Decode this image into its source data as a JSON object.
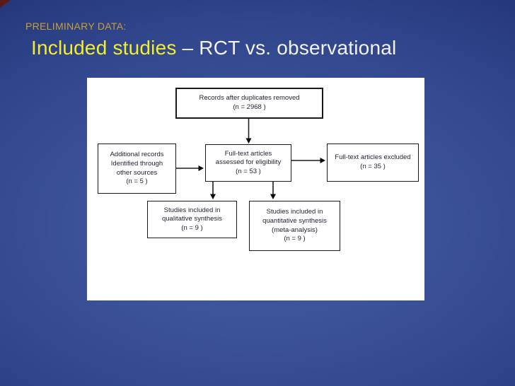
{
  "slide": {
    "kicker": "PRELIMINARY DATA:",
    "title_highlight": "Included studies",
    "title_rest": " – RCT vs. observational"
  },
  "colors": {
    "background_center": "#445ba3",
    "background_edge": "#152357",
    "kicker_gold": "#c4a038",
    "title_yellow": "#f2ef2a",
    "title_white": "#f2f2f2",
    "panel_white": "#ffffff",
    "box_border": "#1a1a1a",
    "box_text": "#1e2230",
    "corner_accent_red": "#5e1a14"
  },
  "flowchart": {
    "boxes": [
      {
        "id": "records-after-duplicates",
        "lines": [
          "Records after duplicates removed",
          "(n = 2968 )"
        ]
      },
      {
        "id": "additional-records",
        "lines": [
          "Additional records",
          "Identified through",
          "other sources",
          "(n = 5 )"
        ]
      },
      {
        "id": "fulltext-assessed",
        "lines": [
          "Full-text articles",
          "assessed for eligibility",
          "(n = 53 )"
        ]
      },
      {
        "id": "fulltext-excluded",
        "lines": [
          "Full-text articles excluded",
          "(n = 35 )"
        ]
      },
      {
        "id": "qualitative-synthesis",
        "lines": [
          "Studies included in",
          "qualitative synthesis",
          "(n = 9 )"
        ]
      },
      {
        "id": "quantitative-synthesis",
        "lines": [
          "Studies included in",
          "quantitative synthesis",
          "(meta-analysis)",
          "(n = 9 )"
        ]
      }
    ]
  }
}
